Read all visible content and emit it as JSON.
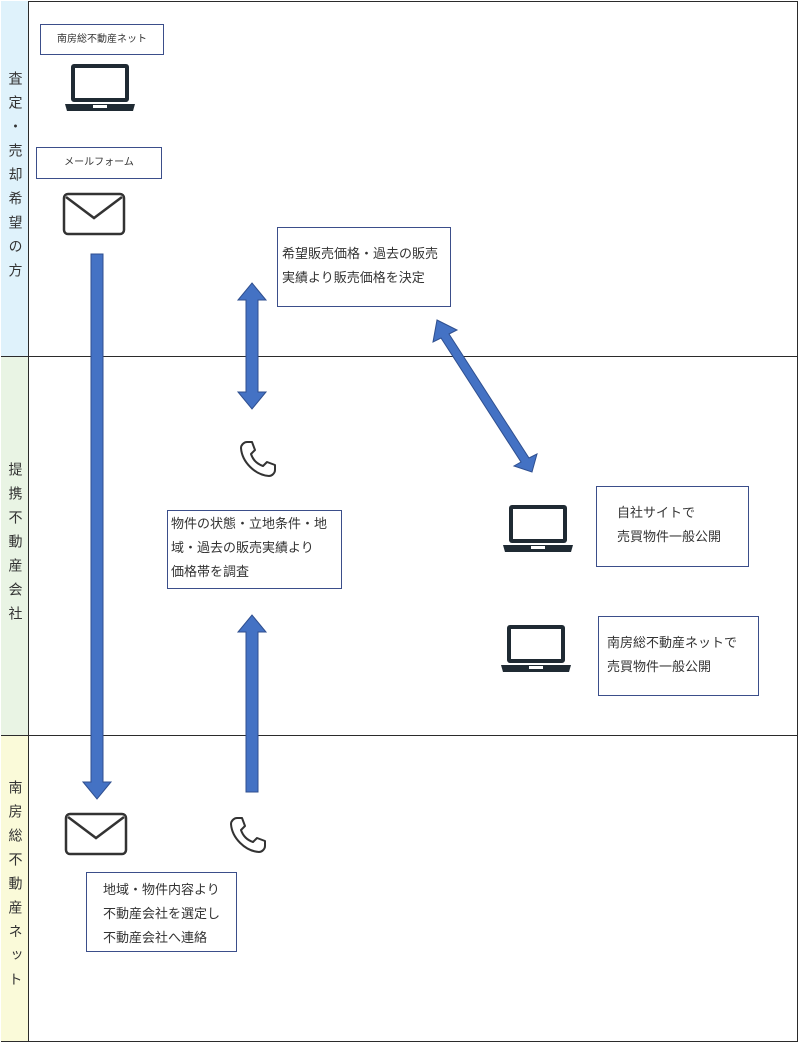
{
  "lanes": {
    "seller": "査定・売却希望の方",
    "partner": "提携不動産会社",
    "network": "南房総不動産ネット"
  },
  "labels": {
    "site_name": "南房総不動産ネット",
    "mail_form": "メールフォーム"
  },
  "boxes": {
    "decide_price": [
      "希望販売価格・過去の販売",
      "実績より販売価格を決定"
    ],
    "survey": [
      "物件の状態・立地条件・地",
      "域・過去の販売実績より",
      "価格帯を調査"
    ],
    "own_site": [
      "自社サイトで",
      "売買物件一般公開"
    ],
    "network_site": [
      "南房総不動産ネットで",
      "売買物件一般公開"
    ],
    "select_company": [
      "地域・物件内容より",
      "不動産会社を選定し",
      "不動産会社へ連絡"
    ]
  },
  "colors": {
    "arrow": "#4472c4",
    "arrow_stroke": "#2f4f8f",
    "lane_seller": "#dff2fb",
    "lane_partner": "#e9f4e4",
    "lane_network": "#fafad9",
    "icon": "#1f2a33"
  }
}
